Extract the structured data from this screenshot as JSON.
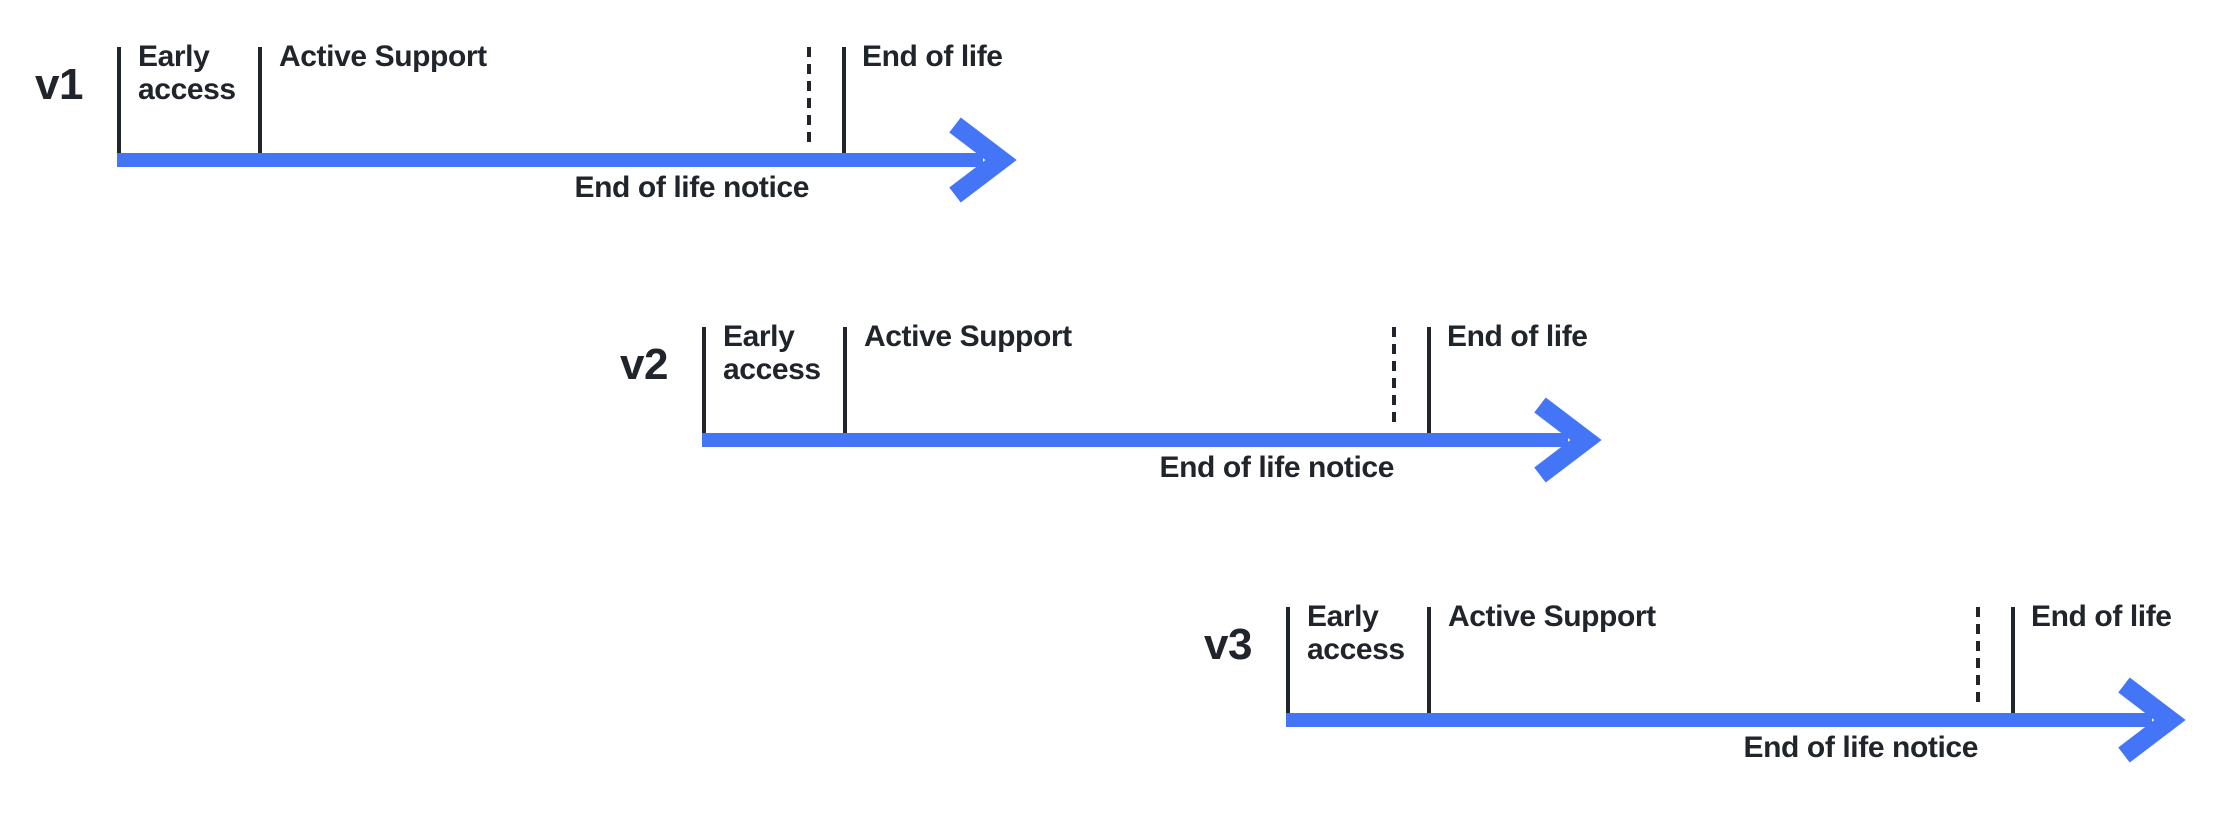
{
  "colors": {
    "accent": "#4375F6",
    "ink": "#20242B"
  },
  "rows": [
    {
      "version": "v1",
      "phases": {
        "early": "Early access",
        "active": "Active Support",
        "eol": "End of life"
      },
      "notice": "End of life notice"
    },
    {
      "version": "v2",
      "phases": {
        "early": "Early access",
        "active": "Active Support",
        "eol": "End of life"
      },
      "notice": "End of life notice"
    },
    {
      "version": "v3",
      "phases": {
        "early": "Early access",
        "active": "Active Support",
        "eol": "End of life"
      },
      "notice": "End of life notice"
    }
  ]
}
